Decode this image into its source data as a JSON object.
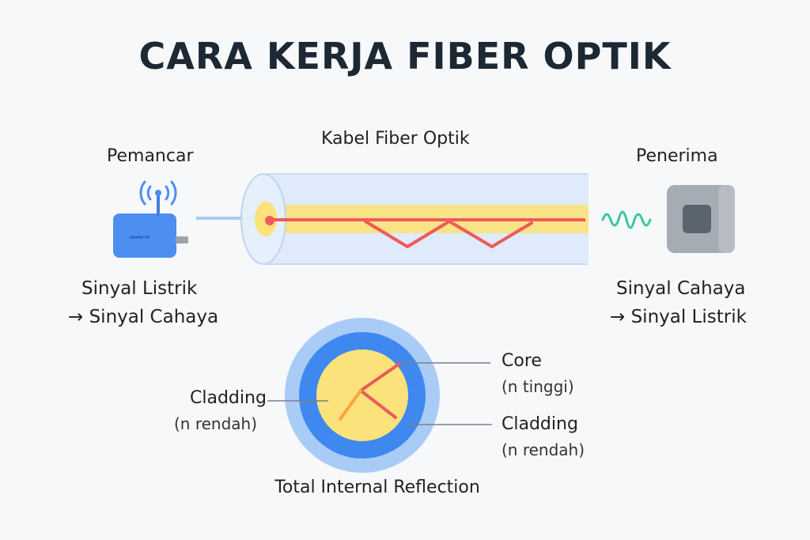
{
  "title": "CARA KERJA FIBER OPTIK",
  "cable_label": "Kabel Fiber Optik",
  "transmitter": {
    "label": "Pemancar",
    "conversion_line1": "Sinyal Listrik",
    "conversion_line2": "→ Sinyal Cahaya"
  },
  "receiver": {
    "label": "Penerima",
    "conversion_line1": "Sinyal Cahaya",
    "conversion_line2": "→ Sinyal Listrik"
  },
  "cross_section": {
    "left_label": "Cladding",
    "left_sub": "(n rendah)",
    "core_label": "Core",
    "core_sub": "(n tinggi)",
    "right_label": "Cladding",
    "right_sub": "(n rendah)",
    "caption": "Total Internal Reflection"
  },
  "icons": [
    "router-icon",
    "wifi-signal-icon",
    "receiver-box-icon",
    "wave-signal-icon"
  ],
  "colors": {
    "title": "#1c2833",
    "router": "#4d8ff0",
    "tube": "#d6e6fb",
    "core": "#fbe27a",
    "ray": "#ee5a5a",
    "cladding_inner": "#3f88ef",
    "cladding_outer": "#a9ccf6",
    "wave": "#3cc79b",
    "receiver": "#a6acb3"
  }
}
